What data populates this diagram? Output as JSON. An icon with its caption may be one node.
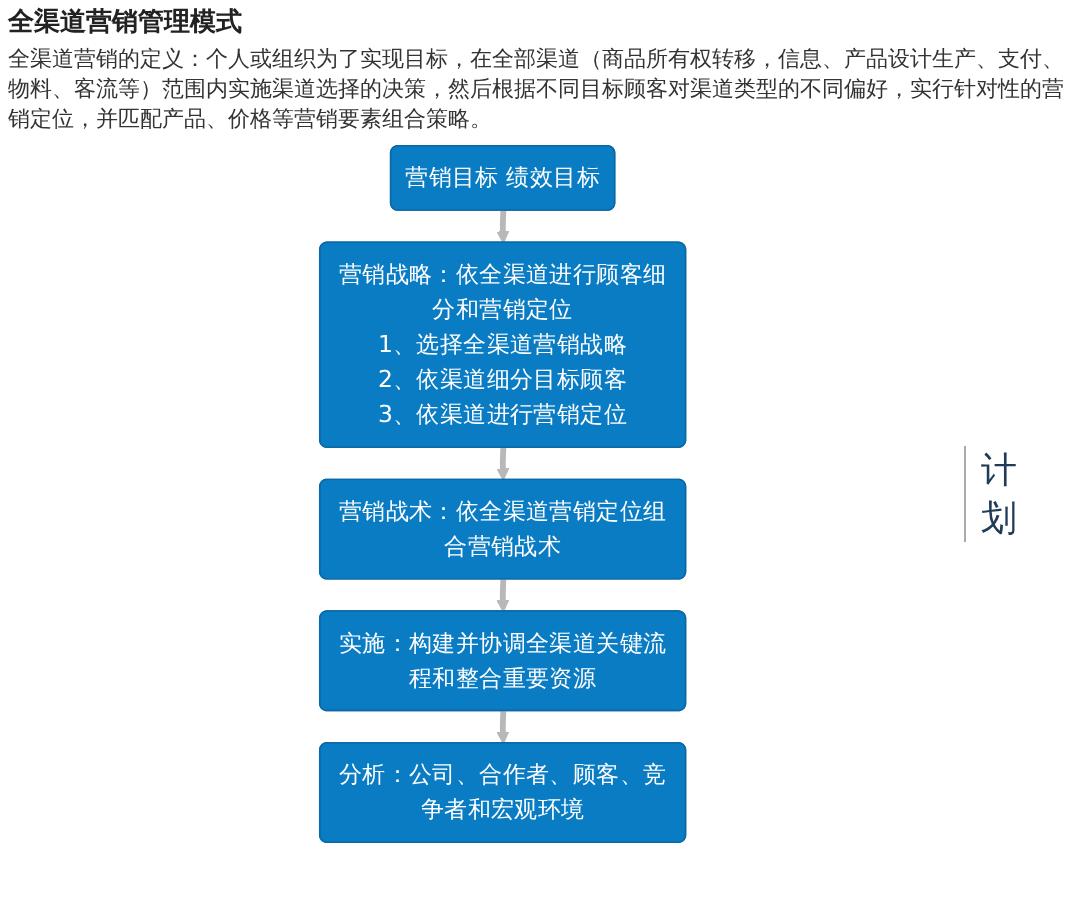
{
  "diagram": {
    "title": "全渠道营销管理模式",
    "nodes": [
      {
        "text": [
          "营销目标 绩效目标"
        ]
      },
      {
        "text": [
          "营销战略：依全渠道进行顾客细分和营销定位",
          "1、选择全渠道营销战略",
          "2、依渠道细分目标顾客",
          "3、依渠道进行营销定位"
        ]
      },
      {
        "text": [
          "营销战术：依全渠道营销定位组合营销战术"
        ]
      },
      {
        "text": [
          "实施：构建并协调全渠道关键流程和整合重要资源"
        ]
      },
      {
        "text": [
          "分析：公司、合作者、顾客、竞争者和宏观环境"
        ]
      }
    ],
    "edges": [
      {
        "from": 0,
        "to": 1,
        "arrow": "to"
      },
      {
        "from": 1,
        "to": 2,
        "arrow": "to"
      },
      {
        "from": 2,
        "to": 3,
        "arrow": "to"
      },
      {
        "from": 3,
        "to": 4,
        "arrow": "to"
      }
    ],
    "labels": [
      "全渠道营销的定义：个人或组织为了实现目标，在全部渠道（商品所有权转移，信息、产品设计生产、支付、物料、客流等）范围内实施渠道选择的决策，然后根据不同目标顾客对渠道类型的不同偏好，实行针对性的营销定位，并匹配产品、价格等营销要素组合策略。",
      "计划"
    ]
  }
}
